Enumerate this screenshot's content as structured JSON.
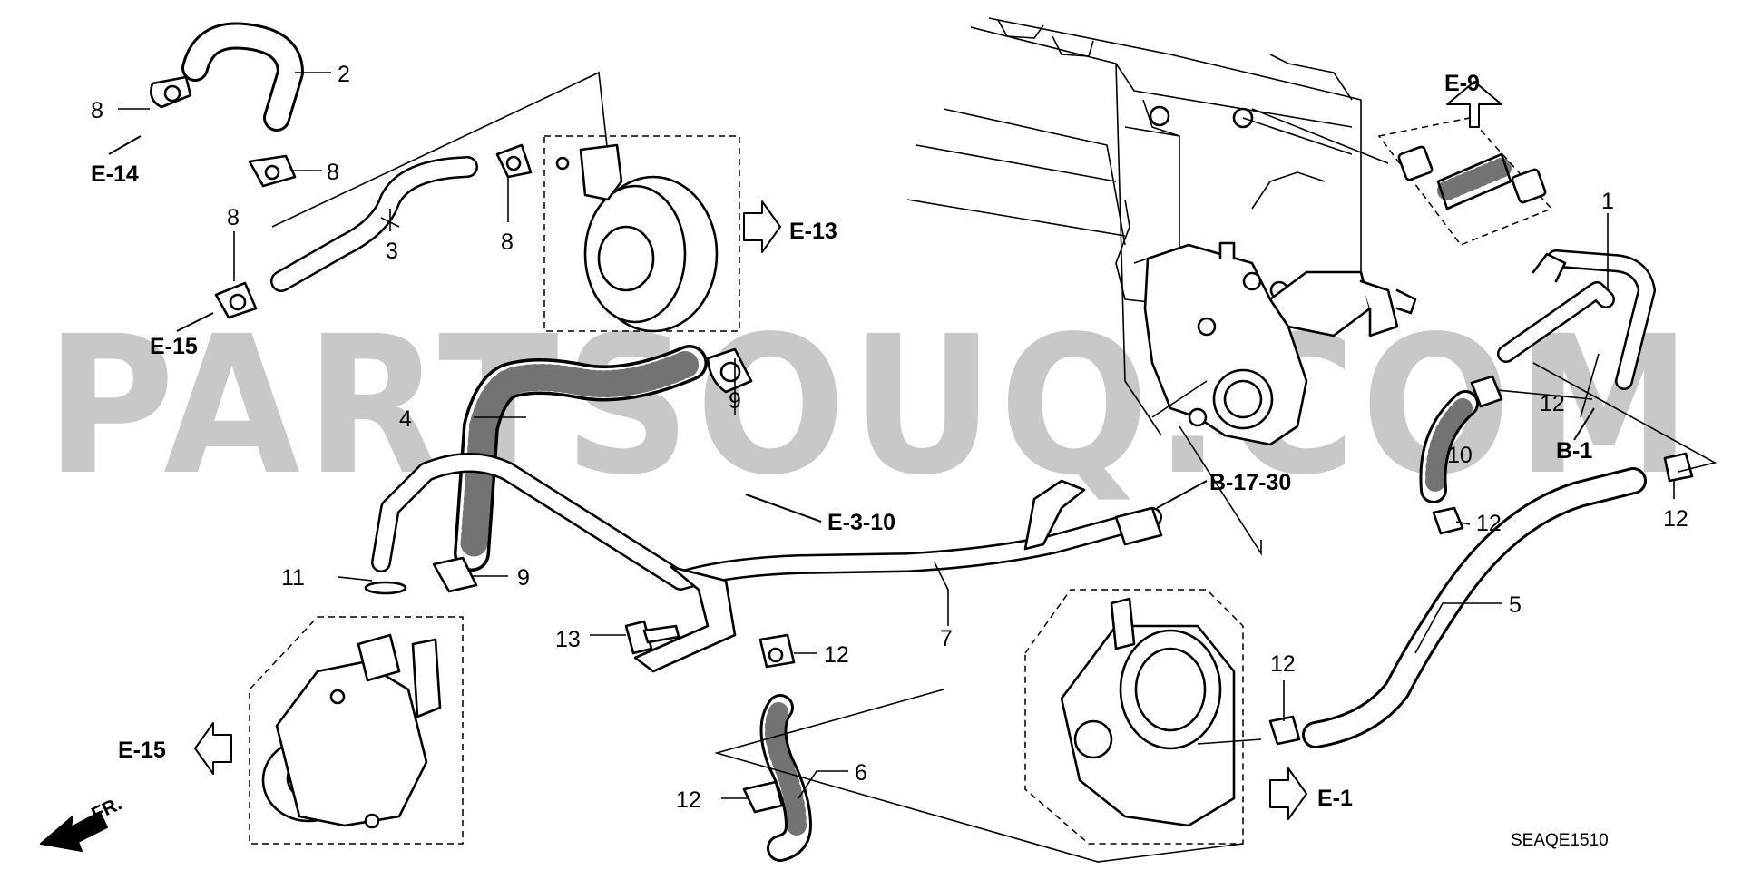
{
  "watermark": "PARTSOUQ.COM",
  "diagram_code": "SEAQE1510",
  "front_label": "FR.",
  "callouts": {
    "c1": "1",
    "c2": "2",
    "c3": "3",
    "c4": "4",
    "c5": "5",
    "c6": "6",
    "c7": "7",
    "c8a": "8",
    "c8b": "8",
    "c8c": "8",
    "c8d": "8",
    "c9a": "9",
    "c9b": "9",
    "c10": "10",
    "c11": "11",
    "c12a": "12",
    "c12b": "12",
    "c12c": "12",
    "c12d": "12",
    "c12e": "12",
    "c12f": "12",
    "c13": "13"
  },
  "references": {
    "e9": "E-9",
    "e14": "E-14",
    "e13": "E-13",
    "e15a": "E-15",
    "e15b": "E-15",
    "b1": "B-1",
    "e310": "E-3-10",
    "b1730": "B-17-30",
    "e1": "E-1"
  },
  "icons": {
    "arrow_up": "hollow-arrow-up-icon",
    "arrow_right": "hollow-arrow-right-icon",
    "arrow_left": "hollow-arrow-left-icon",
    "front": "front-direction-arrow-icon"
  }
}
